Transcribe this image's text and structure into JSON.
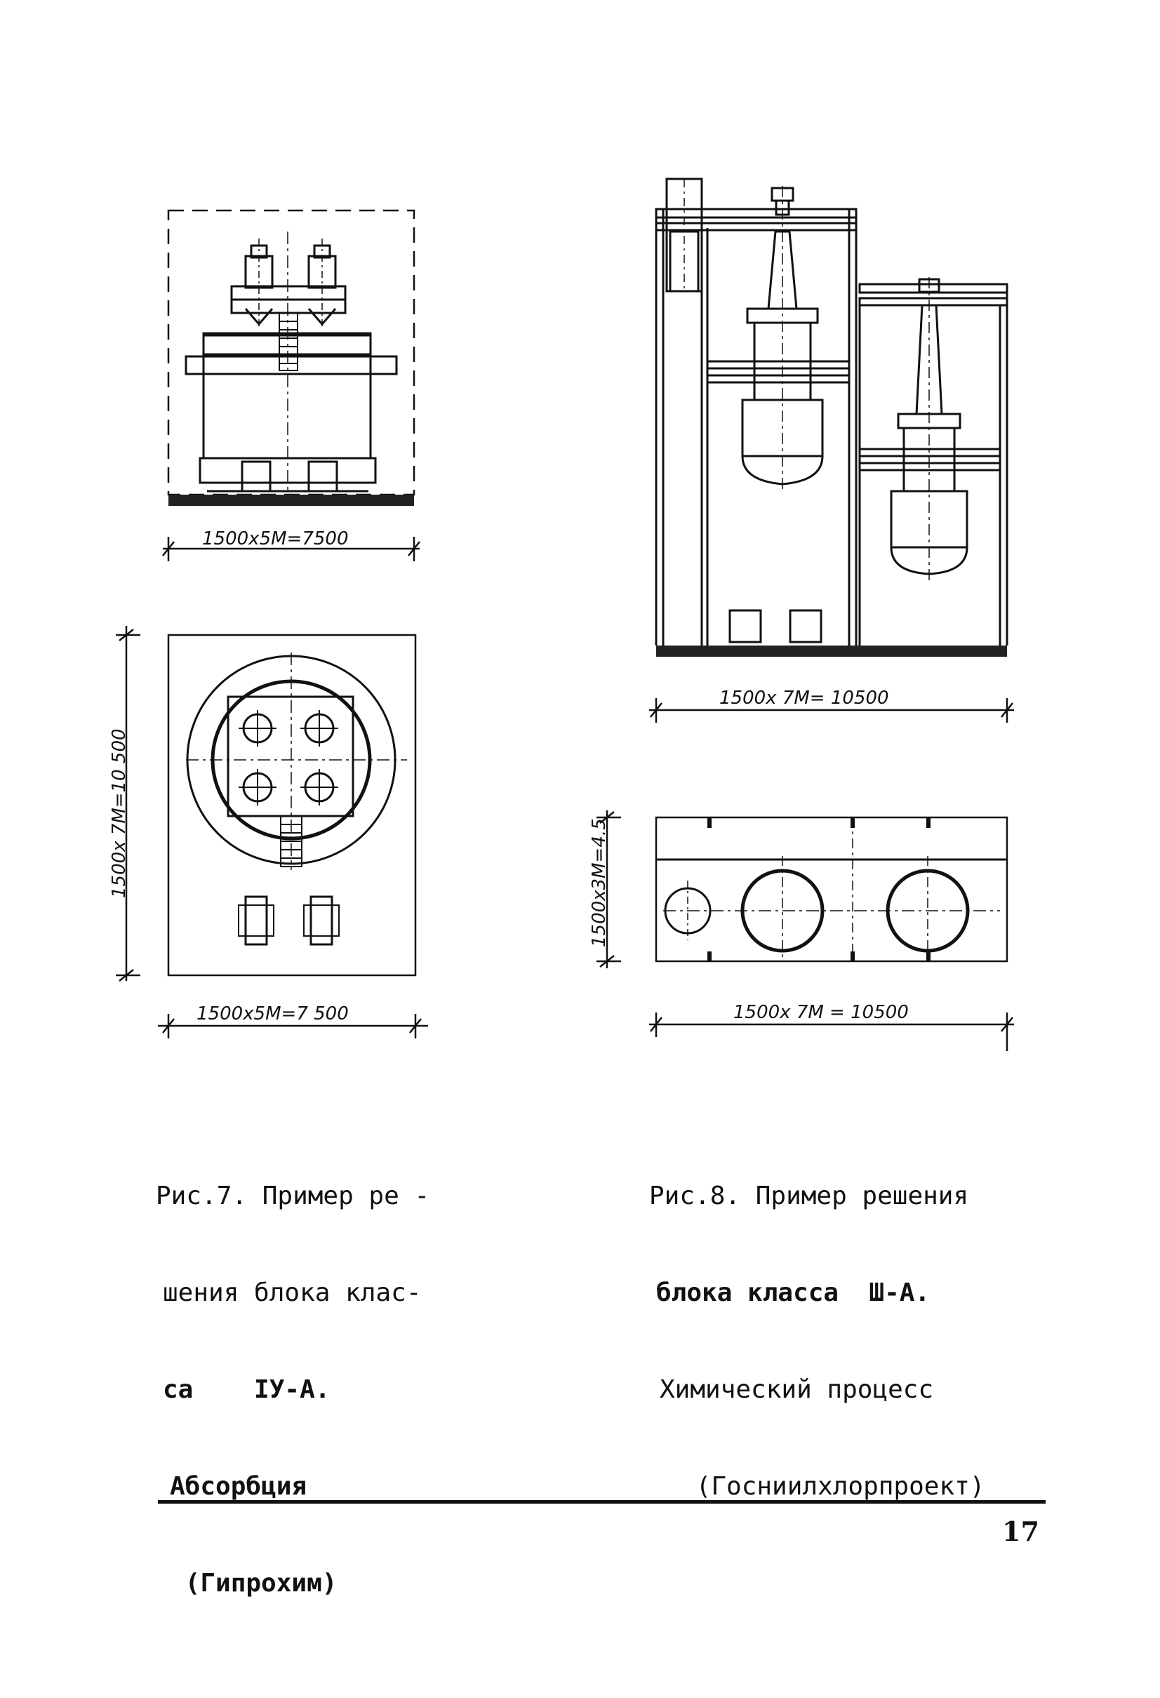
{
  "figures": {
    "fig7": {
      "elevation_dimension": "1500x5M=7500",
      "plan_width_dimension": "1500x5M=7 500",
      "plan_height_dimension": "1500x 7M=10 500",
      "caption_lines": [
        "Рис.7. Пример ре -",
        "шения блока клас-",
        "са    IУ-А.",
        "Абсорбция",
        " (Гипрохим)"
      ]
    },
    "fig8": {
      "elevation_dimension": "1500x 7M= 10500",
      "plan_width_dimension": "1500x 7M = 10500",
      "plan_height_dimension": "1500x3M=4.5",
      "caption_lines": [
        "Рис.8. Пример решения",
        "блока класса  Ш-А.",
        "Химический процесс",
        " (Госниилхлорпроект)"
      ]
    }
  },
  "page_number": "17"
}
